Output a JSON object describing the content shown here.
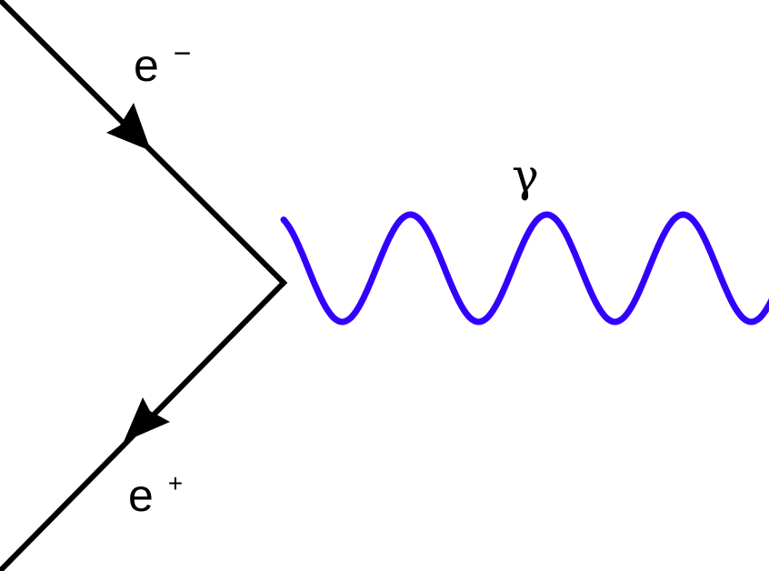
{
  "diagram": {
    "type": "feynman-vertex",
    "colors": {
      "fermion": "#000000",
      "photon": "#3300ff",
      "background": "#ffffff"
    },
    "particles": {
      "electron": {
        "base": "e",
        "charge": "−",
        "line_style": "solid-straight",
        "arrow": "toward-vertex"
      },
      "positron": {
        "base": "e",
        "charge": "+",
        "line_style": "solid-straight",
        "arrow": "away-from-vertex"
      },
      "photon": {
        "symbol": "γ",
        "line_style": "wavy"
      }
    }
  }
}
